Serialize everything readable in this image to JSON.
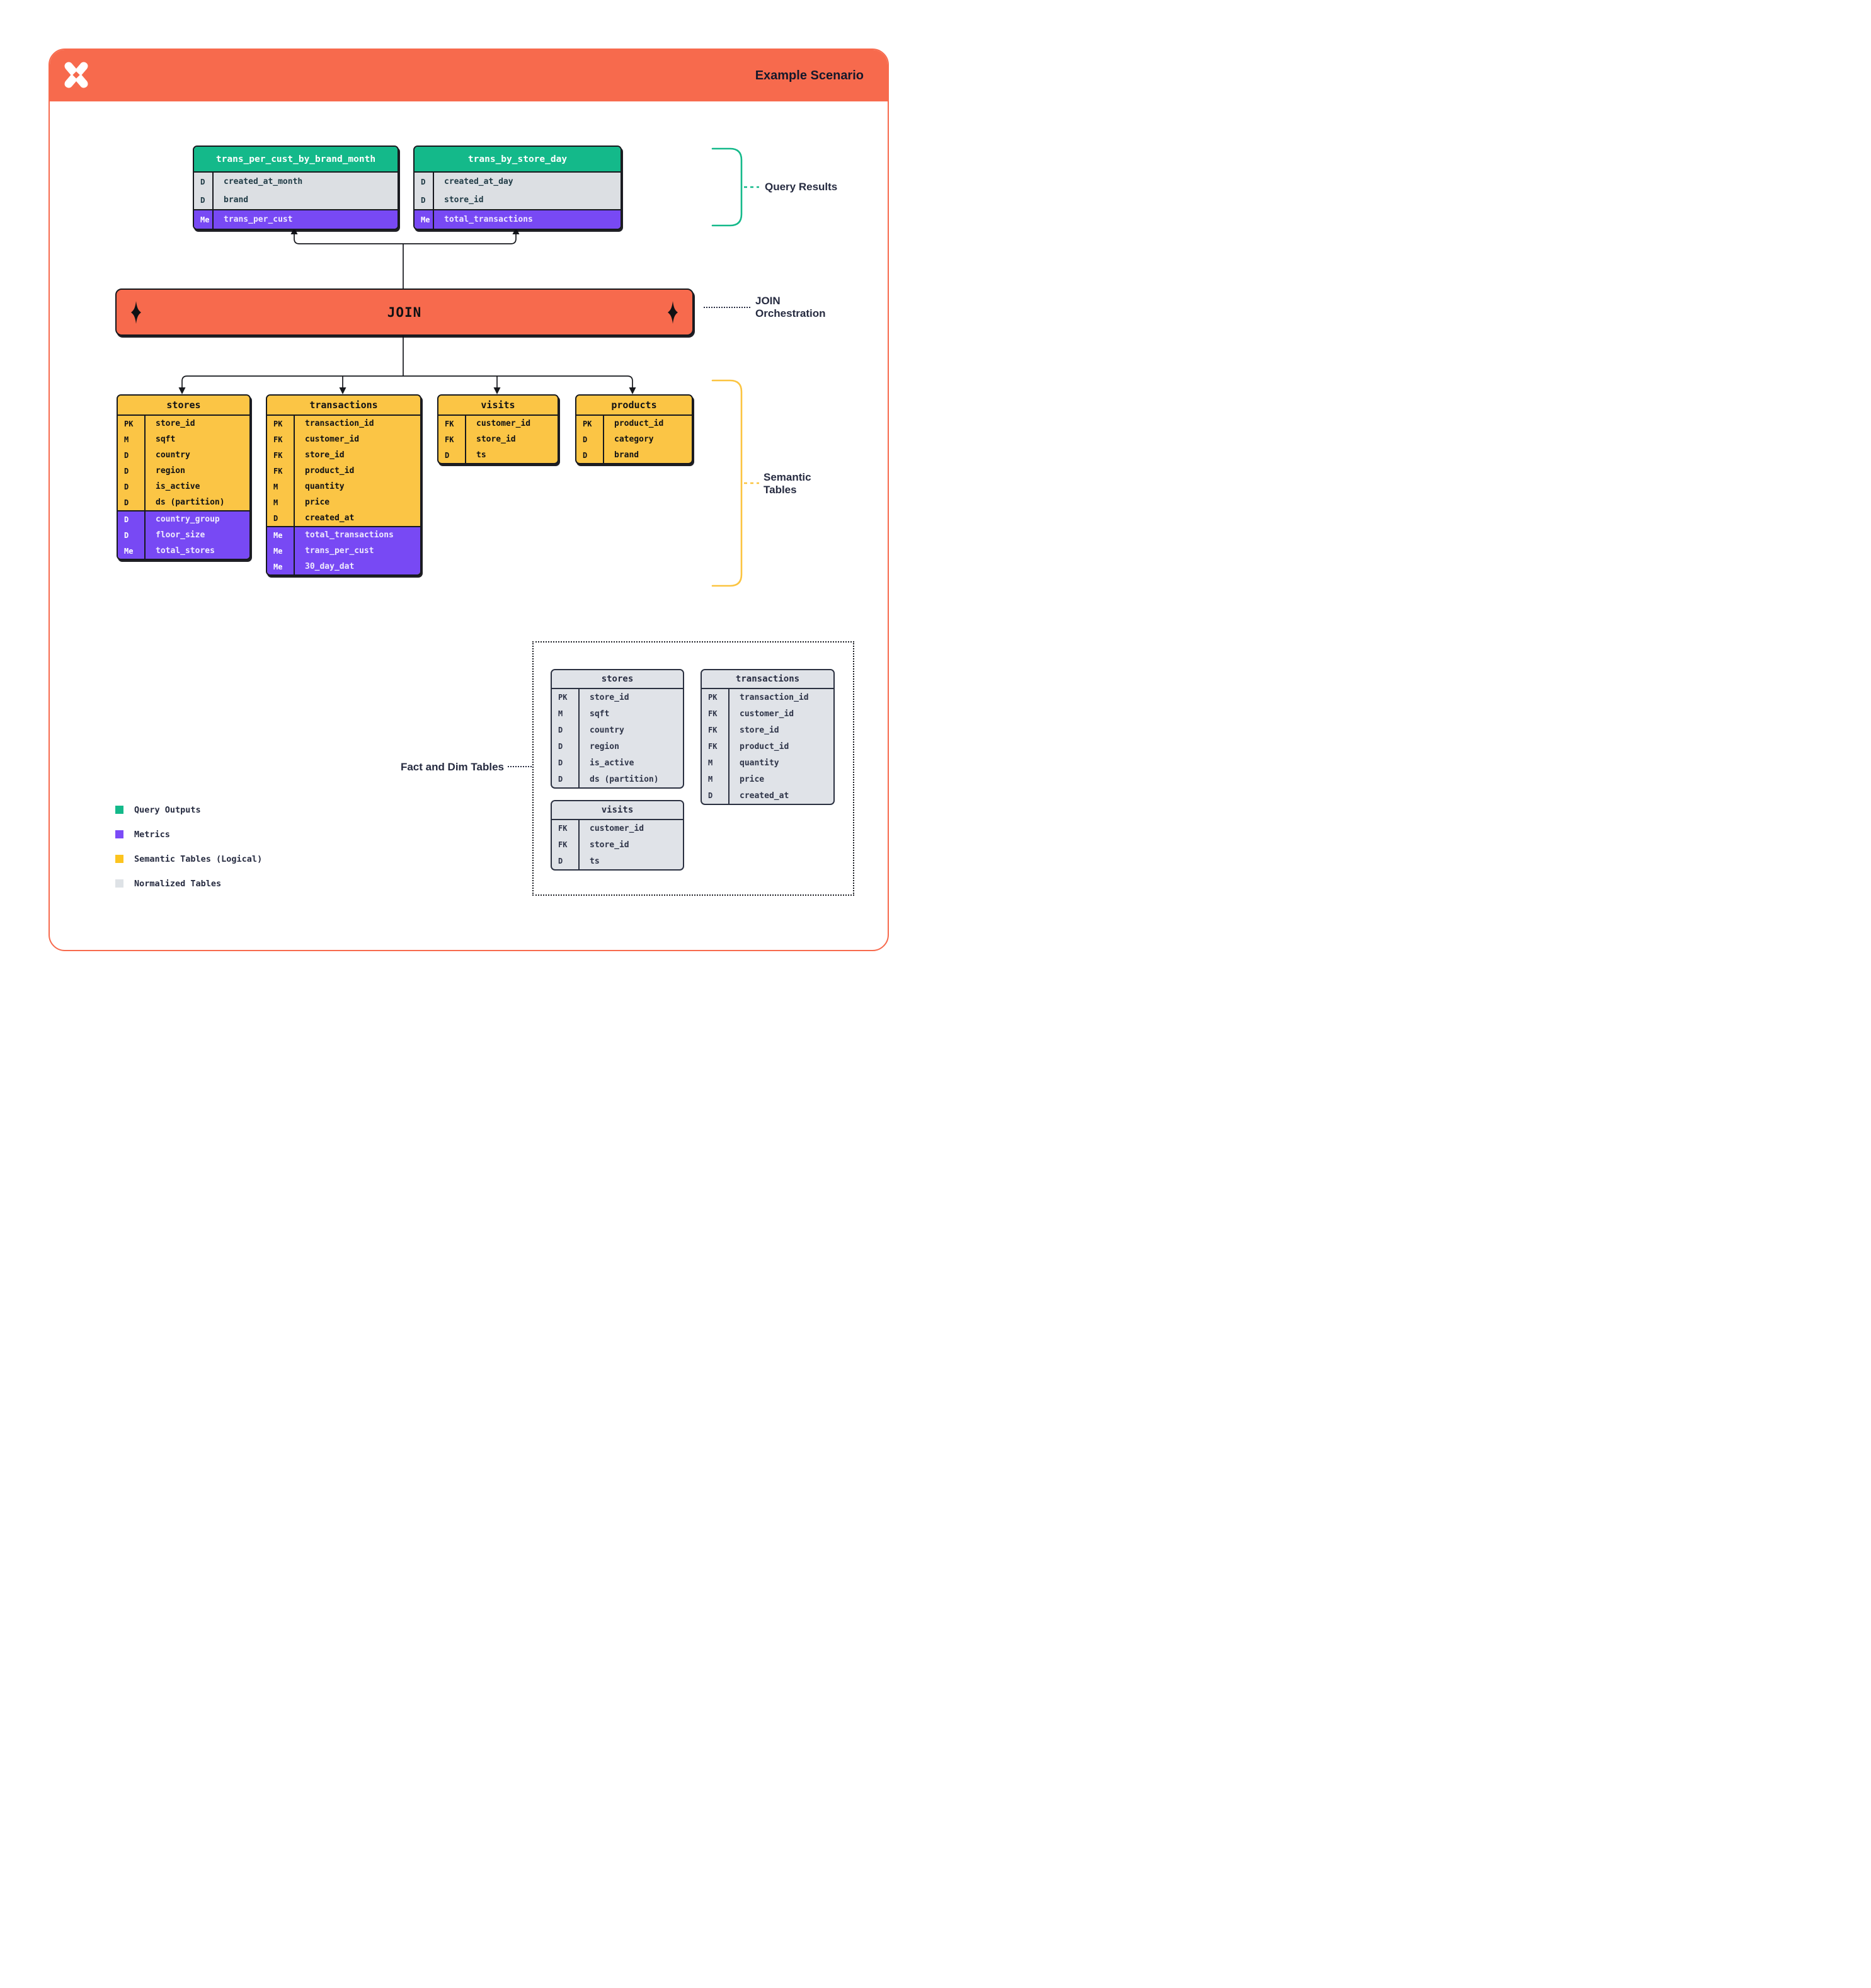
{
  "header": {
    "title": "Example Scenario"
  },
  "icons": {
    "logo": "four-point-pinwheel-star-logo",
    "join_decoration": "sparkle-diamond-icon"
  },
  "colors": {
    "brand_orange": "#F76A4D",
    "query_green": "#14B98A",
    "metric_purple": "#7849F4",
    "semantic_yellow": "#FBC545",
    "normalized_gray": "#E0E3E8",
    "ink": "#16181D",
    "label_navy": "#262B40"
  },
  "join": {
    "label": "JOIN"
  },
  "annotations": {
    "query_results": "Query Results",
    "join_orchestration_line1": "JOIN",
    "join_orchestration_line2": "Orchestration",
    "semantic_line1": "Semantic",
    "semantic_line2": "Tables",
    "fact_dim": "Fact and Dim Tables"
  },
  "query_tables": [
    {
      "title": "trans_per_cust_by_brand_month",
      "rows": [
        {
          "key": "D",
          "name": "created_at_month"
        },
        {
          "key": "D",
          "name": "brand"
        }
      ],
      "metrics": [
        {
          "key": "Me",
          "name": "trans_per_cust"
        }
      ]
    },
    {
      "title": "trans_by_store_day",
      "rows": [
        {
          "key": "D",
          "name": "created_at_day"
        },
        {
          "key": "D",
          "name": "store_id"
        }
      ],
      "metrics": [
        {
          "key": "Me",
          "name": "total_transactions"
        }
      ]
    }
  ],
  "semantic_tables": [
    {
      "title": "stores",
      "rows": [
        {
          "key": "PK",
          "name": "store_id"
        },
        {
          "key": "M",
          "name": "sqft"
        },
        {
          "key": "D",
          "name": "country"
        },
        {
          "key": "D",
          "name": "region"
        },
        {
          "key": "D",
          "name": "is_active"
        },
        {
          "key": "D",
          "name": "ds (partition)"
        }
      ],
      "metrics": [
        {
          "key": "D",
          "name": "country_group"
        },
        {
          "key": "D",
          "name": "floor_size"
        },
        {
          "key": "Me",
          "name": "total_stores"
        }
      ]
    },
    {
      "title": "transactions",
      "rows": [
        {
          "key": "PK",
          "name": "transaction_id"
        },
        {
          "key": "FK",
          "name": "customer_id"
        },
        {
          "key": "FK",
          "name": "store_id"
        },
        {
          "key": "FK",
          "name": "product_id"
        },
        {
          "key": "M",
          "name": "quantity"
        },
        {
          "key": "M",
          "name": "price"
        },
        {
          "key": "D",
          "name": "created_at"
        }
      ],
      "metrics": [
        {
          "key": "Me",
          "name": "total_transactions"
        },
        {
          "key": "Me",
          "name": "trans_per_cust"
        },
        {
          "key": "Me",
          "name": "30_day_dat"
        }
      ]
    },
    {
      "title": "visits",
      "rows": [
        {
          "key": "FK",
          "name": "customer_id"
        },
        {
          "key": "FK",
          "name": "store_id"
        },
        {
          "key": "D",
          "name": "ts"
        }
      ],
      "metrics": []
    },
    {
      "title": "products",
      "rows": [
        {
          "key": "PK",
          "name": "product_id"
        },
        {
          "key": "D",
          "name": "category"
        },
        {
          "key": "D",
          "name": "brand"
        }
      ],
      "metrics": []
    }
  ],
  "normalized_tables": [
    {
      "title": "stores",
      "rows": [
        {
          "key": "PK",
          "name": "store_id"
        },
        {
          "key": "M",
          "name": "sqft"
        },
        {
          "key": "D",
          "name": "country"
        },
        {
          "key": "D",
          "name": "region"
        },
        {
          "key": "D",
          "name": "is_active"
        },
        {
          "key": "D",
          "name": "ds (partition)"
        }
      ],
      "metrics": []
    },
    {
      "title": "transactions",
      "rows": [
        {
          "key": "PK",
          "name": "transaction_id"
        },
        {
          "key": "FK",
          "name": "customer_id"
        },
        {
          "key": "FK",
          "name": "store_id"
        },
        {
          "key": "FK",
          "name": "product_id"
        },
        {
          "key": "M",
          "name": "quantity"
        },
        {
          "key": "M",
          "name": "price"
        },
        {
          "key": "D",
          "name": "created_at"
        }
      ],
      "metrics": []
    },
    {
      "title": "visits",
      "rows": [
        {
          "key": "FK",
          "name": "customer_id"
        },
        {
          "key": "FK",
          "name": "store_id"
        },
        {
          "key": "D",
          "name": "ts"
        }
      ],
      "metrics": []
    }
  ],
  "legend": {
    "items": [
      {
        "label": "Query Outputs",
        "color": "#14B98A"
      },
      {
        "label": "Metrics",
        "color": "#7B4BF7"
      },
      {
        "label": "Semantic Tables (Logical)",
        "color": "#FCC41F"
      },
      {
        "label": "Normalized Tables",
        "color": "#DEE2E6"
      }
    ]
  }
}
